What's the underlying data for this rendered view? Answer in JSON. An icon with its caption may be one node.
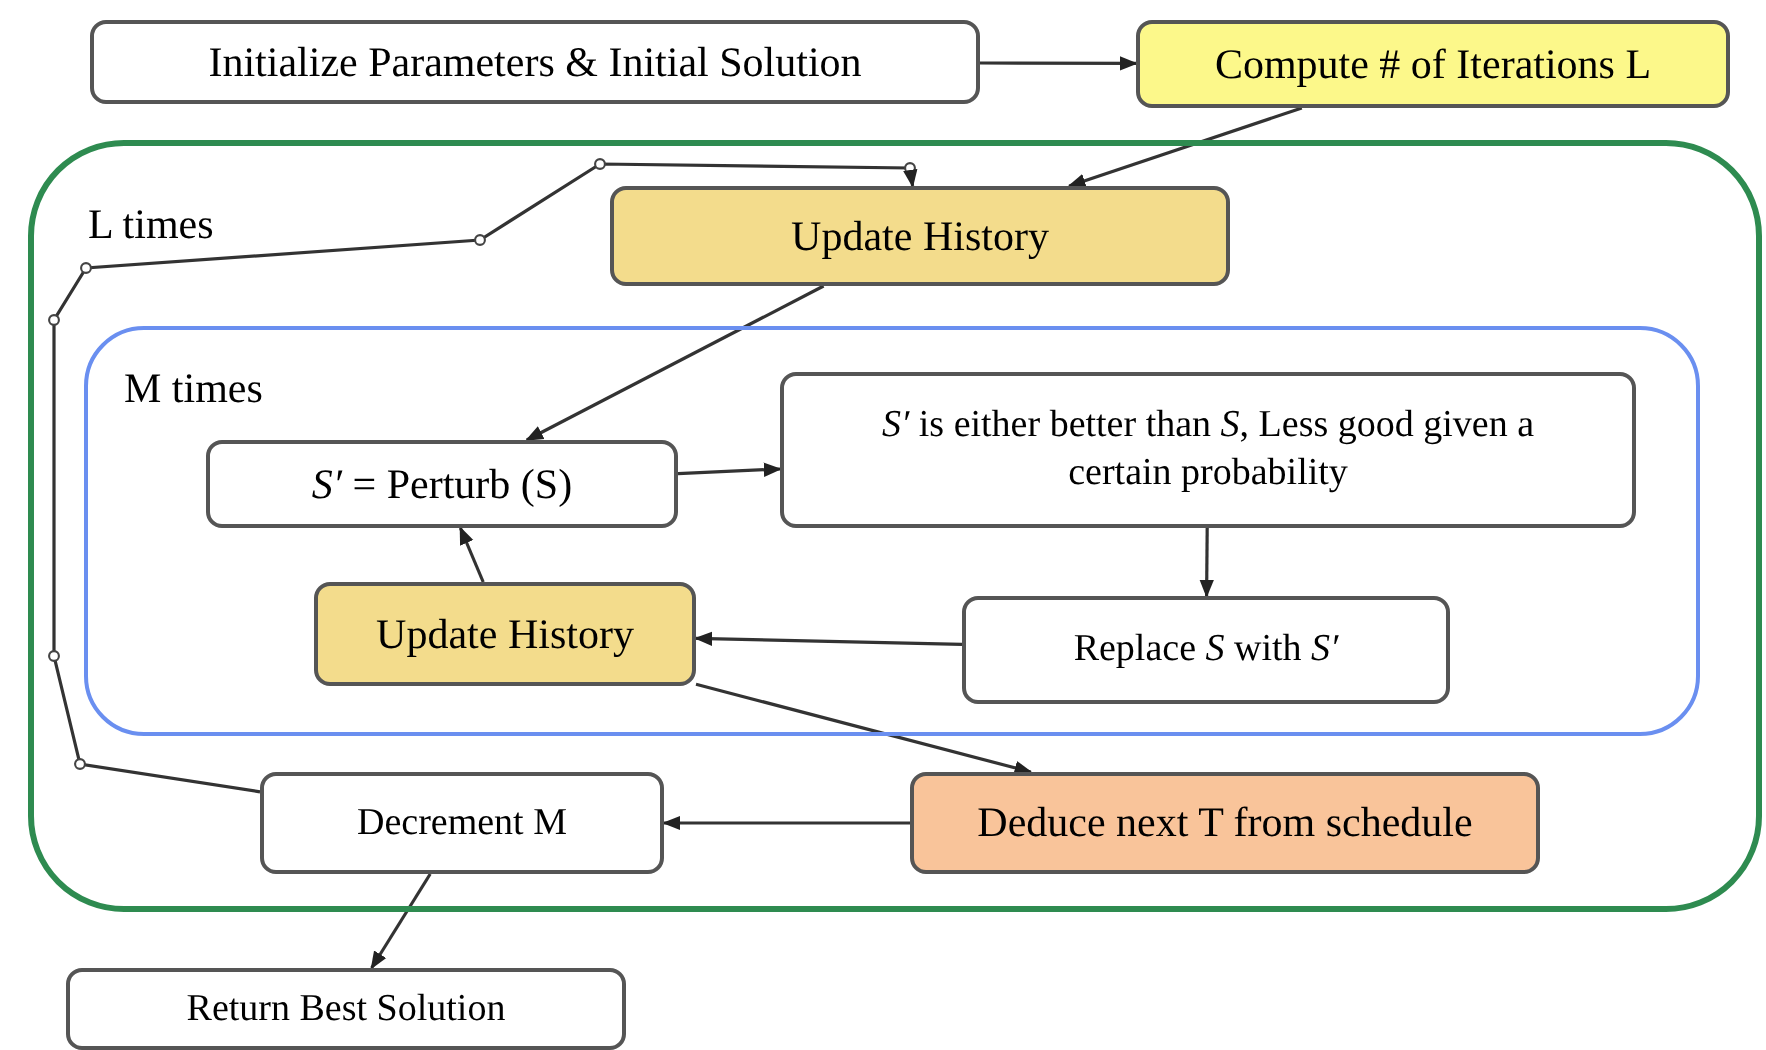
{
  "diagram": {
    "nodes": [
      {
        "text": [
          "Initialize Parameters & Initial Solution"
        ]
      },
      {
        "text": [
          "Compute # of Iterations L"
        ]
      },
      {
        "text": [
          "L times"
        ]
      },
      {
        "text": [
          "Update History"
        ],
        "in": 2
      },
      {
        "text": [
          "M times"
        ],
        "in": 2
      },
      {
        "text": [
          "*S′* = Perturb (S)"
        ],
        "in": 4
      },
      {
        "text": [
          "*S′* is either better than *S*, Less good given a certain probability"
        ],
        "in": 4
      },
      {
        "text": [
          "Update History"
        ],
        "in": 4
      },
      {
        "text": [
          "Replace *S* with *S′*"
        ],
        "in": 4
      },
      {
        "text": [
          "Decrement M"
        ],
        "in": 2
      },
      {
        "text": [
          "Deduce next T from schedule"
        ],
        "in": 2
      },
      {
        "text": [
          "Return Best Solution"
        ]
      }
    ],
    "edges": [
      {
        "from": 0,
        "to": 1,
        "arrow": "to"
      },
      {
        "from": 1,
        "to": 3,
        "arrow": "to"
      },
      {
        "from": 3,
        "to": 5,
        "arrow": "to"
      },
      {
        "from": 5,
        "to": 6,
        "arrow": "to"
      },
      {
        "from": 6,
        "to": 8,
        "arrow": "to"
      },
      {
        "from": 8,
        "to": 7,
        "arrow": "to"
      },
      {
        "from": 7,
        "to": 5,
        "arrow": "to"
      },
      {
        "from": 7,
        "to": 10,
        "arrow": "to"
      },
      {
        "from": 10,
        "to": 9,
        "arrow": "to"
      },
      {
        "from": 9,
        "to": 3,
        "arrow": "to"
      },
      {
        "from": 9,
        "to": 11,
        "arrow": "to"
      }
    ]
  }
}
